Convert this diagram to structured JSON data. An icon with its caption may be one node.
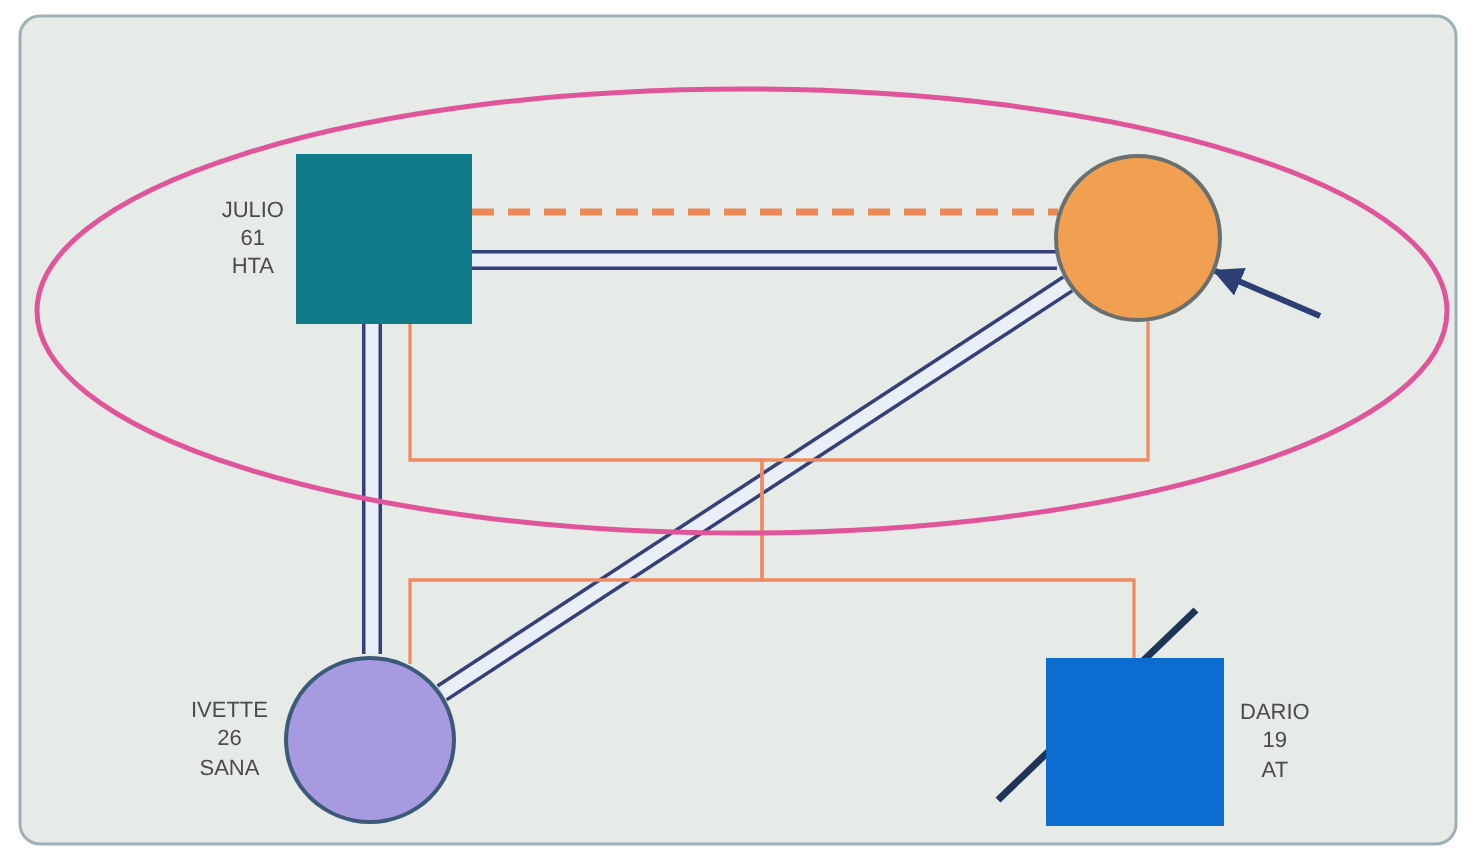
{
  "diagram": {
    "nodes": [
      {
        "text": [],
        "shape": "ellipse"
      },
      {
        "text": [
          "JULIO 61 HTA"
        ],
        "in": 0
      },
      {
        "text": [],
        "shape": "circle",
        "in": 0
      },
      {
        "text": [
          "IVETTE 26 SANA"
        ]
      },
      {
        "text": [
          "DARIO 19 AT"
        ]
      }
    ],
    "edges": [
      {
        "from": 1,
        "to": 2,
        "arrow": "none",
        "style": "dashed",
        "color": "#ec8858"
      },
      {
        "from": 1,
        "to": 2,
        "arrow": "none",
        "style": "thick",
        "color": "#33407a"
      },
      {
        "from": 1,
        "to": 3,
        "arrow": "none",
        "style": "thick",
        "color": "#33407a"
      },
      {
        "from": 3,
        "to": 2,
        "arrow": "none",
        "style": "thick",
        "color": "#33407a"
      },
      {
        "from": 1,
        "to": 3,
        "arrow": "none",
        "color": "#f08a60"
      },
      {
        "from": 1,
        "to": 4,
        "arrow": "none",
        "color": "#f08a60"
      },
      {
        "from": 2,
        "to": 3,
        "arrow": "none",
        "color": "#f08a60"
      },
      {
        "from": 2,
        "to": 4,
        "arrow": "none",
        "color": "#f08a60"
      },
      {
        "from": null,
        "to": 2,
        "arrow": "to",
        "color": "#2c3f72"
      }
    ]
  }
}
